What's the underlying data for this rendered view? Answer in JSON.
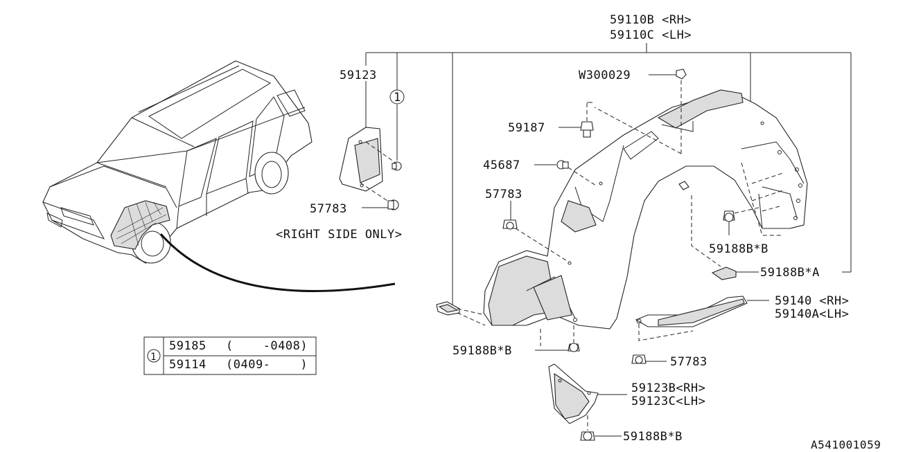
{
  "header": {
    "part_rh": "59110B <RH>",
    "part_lh": "59110C <LH>"
  },
  "labels": {
    "w300029": "W300029",
    "p59123": "59123",
    "p59187": "59187",
    "p45687": "45687",
    "p57783_a": "57783",
    "p57783_b": "57783",
    "p57783_c": "57783",
    "right_side_only": "<RIGHT SIDE ONLY>",
    "p59188b_b_right": "59188B*B",
    "p59188b_a": "59188B*A",
    "p59140_rh": "59140 <RH>",
    "p59140a_lh": "59140A<LH>",
    "p59188b_b_bottom": "59188B*B",
    "p59123b_rh": "59123B<RH>",
    "p59123c_lh": "59123C<LH>",
    "p59188b_b_low": "59188B*B",
    "circle_ref": "1",
    "diagram_id": "A541001059"
  },
  "legend_table": {
    "ref": "1",
    "rows": [
      {
        "part": "59185",
        "range": "(    -0408)"
      },
      {
        "part": "59114",
        "range": "(0409-    )"
      }
    ]
  }
}
